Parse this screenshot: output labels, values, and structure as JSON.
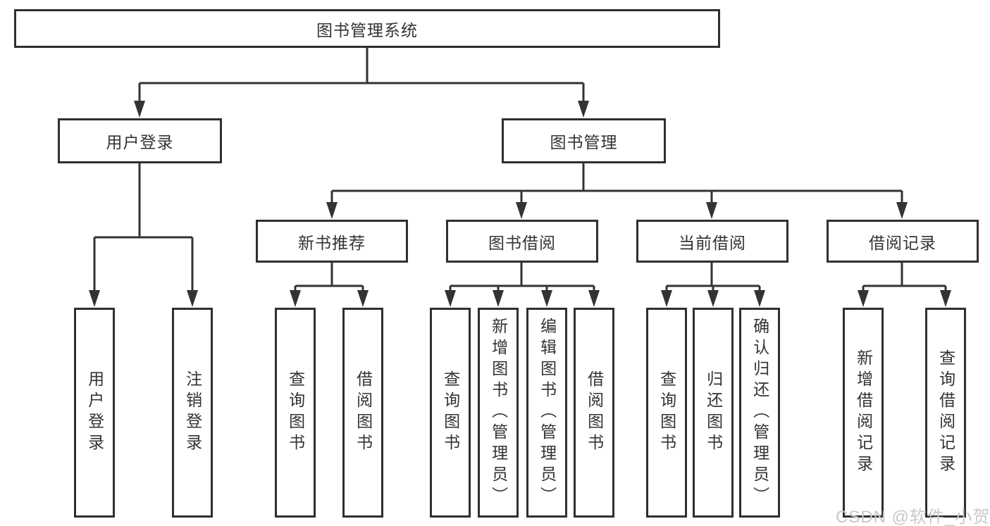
{
  "diagram_title": "图书管理系统",
  "tree": {
    "root": {
      "label": "图书管理系统"
    },
    "user_login": {
      "label": "用户登录",
      "children": [
        {
          "label": "用户登录"
        },
        {
          "label": "注销登录"
        }
      ]
    },
    "book_management": {
      "label": "图书管理",
      "sections": [
        {
          "label": "新书推荐",
          "children": [
            {
              "label": "查询图书"
            },
            {
              "label": "借阅图书"
            }
          ]
        },
        {
          "label": "图书借阅",
          "children": [
            {
              "label": "查询图书"
            },
            {
              "label": "新增图书（管理员）"
            },
            {
              "label": "编辑图书（管理员）"
            },
            {
              "label": "借阅图书"
            }
          ]
        },
        {
          "label": "当前借阅",
          "children": [
            {
              "label": "查询图书"
            },
            {
              "label": "归还图书"
            },
            {
              "label": "确认归还（管理员）"
            }
          ]
        },
        {
          "label": "借阅记录",
          "children": [
            {
              "label": "新增借阅记录"
            },
            {
              "label": "查询借阅记录"
            }
          ]
        }
      ]
    }
  },
  "watermark": {
    "text": "CSDN @软件_小贺同学"
  },
  "colors": {
    "line": "#333333",
    "box_border": "#2f2f2f",
    "text": "#333333",
    "watermark": "#c8c8c8",
    "background": "#ffffff"
  }
}
